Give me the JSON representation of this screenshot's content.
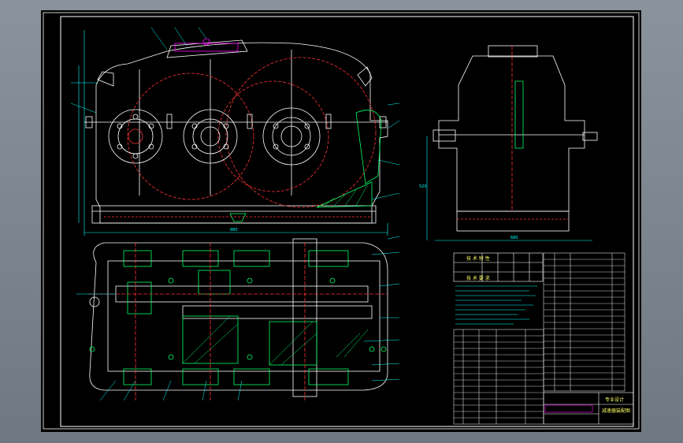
{
  "window": {
    "background": "#000000",
    "frame": "#7e8791"
  },
  "colors": {
    "outline": "#ffffff",
    "dimension": "#00ffff",
    "center": "#ff3333",
    "hatch": "#00ff66",
    "highlight": "#ff00ff",
    "text": "#ffff66"
  },
  "titleblock": {
    "tech_title": "技 术 特 性",
    "req_title": "技 术 要 求",
    "school": "专业设计",
    "drawing_name": "减速器装配图"
  },
  "dims": {
    "front_width": "880",
    "side_width": "680",
    "side_height": "520"
  },
  "icons": {
    "balloon": "balloon-icon"
  }
}
